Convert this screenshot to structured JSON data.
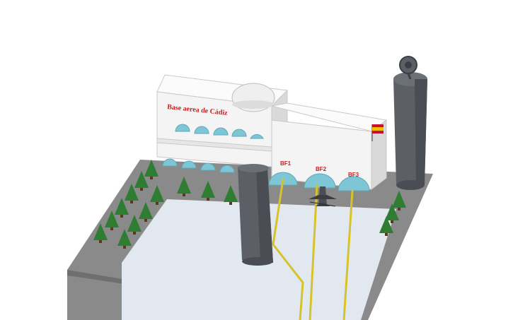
{
  "scene": {
    "sign_text": "Base aerea de Cádiz",
    "hangar_labels": [
      "BF1",
      "BF2",
      "BF3"
    ],
    "colors": {
      "background": "#ffffff",
      "ground": "#8a8a8a",
      "tarmac": "#e2e8ef",
      "building": "#f4f4f4",
      "dome": "#7ec6d6",
      "tower": "#5c6066",
      "tree": "#2e7d32",
      "taxi_line": "#d8c22a",
      "sign": "#c81e1e"
    },
    "icons": [
      "radar-dish-icon",
      "spain-flag-icon",
      "fighter-jet-icon",
      "pine-tree-icon"
    ]
  }
}
